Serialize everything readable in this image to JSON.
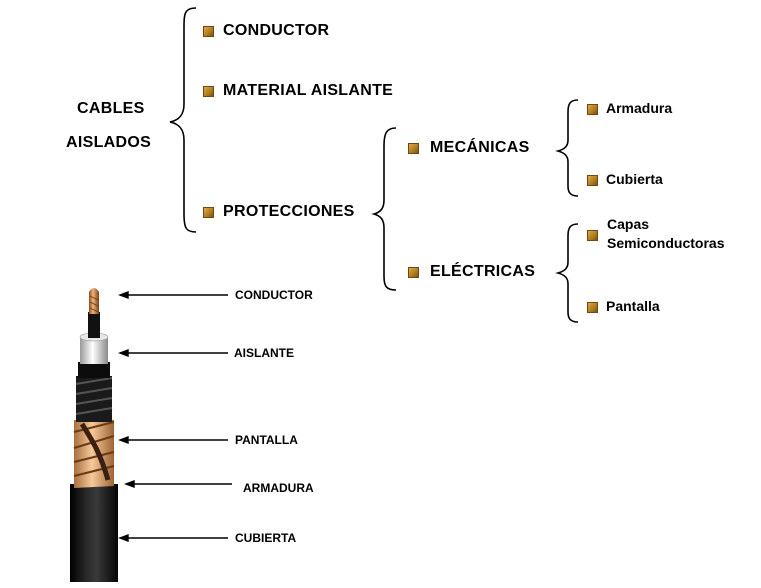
{
  "root": {
    "line1": "CABLES",
    "line2": "AISLADOS"
  },
  "level1": {
    "conductor": "CONDUCTOR",
    "material": "MATERIAL AISLANTE",
    "protecciones": "PROTECCIONES"
  },
  "protecciones": {
    "mecanicas": "MECÁNICAS",
    "electricas": "ELÉCTRICAS"
  },
  "mecanicas_items": {
    "armadura": "Armadura",
    "cubierta": "Cubierta"
  },
  "electricas_items": {
    "capas_line1": "Capas",
    "capas_line2": "Semiconductoras",
    "pantalla": "Pantalla"
  },
  "cable_labels": {
    "conductor": "CONDUCTOR",
    "aislante": "AISLANTE",
    "pantalla": "PANTALLA",
    "armadura": "ARMADURA",
    "cubierta": "CUBIERTA"
  },
  "colors": {
    "bullet": "#c08a2a",
    "jacket": "#111111",
    "copper": "#d9a46c"
  }
}
